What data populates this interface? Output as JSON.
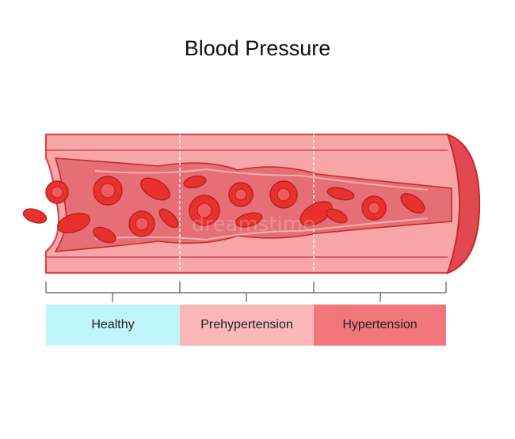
{
  "title": "Blood Pressure",
  "watermark": "dreamstime",
  "stages": [
    {
      "label": "Healthy",
      "color": "#bff4f8"
    },
    {
      "label": "Prehypertension",
      "color": "#f9b7b9"
    },
    {
      "label": "Hypertension",
      "color": "#f2777d"
    }
  ],
  "colors": {
    "vessel_outer": "#f7a5a6",
    "vessel_wall": "#ee7177",
    "lumen": "#e56f74",
    "blood_cell": "#e8312f",
    "cell_center": "#f05a57",
    "outline": "#c72a2e"
  }
}
